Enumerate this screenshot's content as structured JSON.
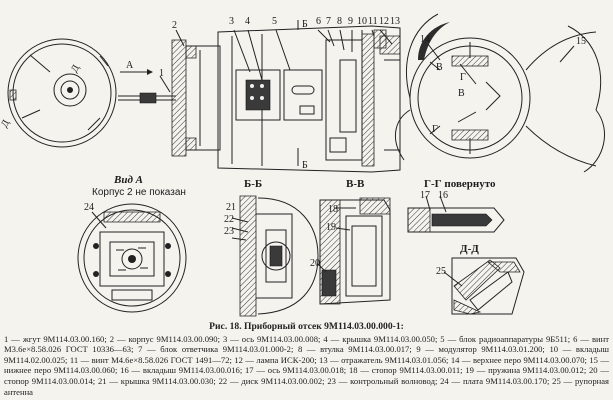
{
  "figure": {
    "callouts_top": [
      "1",
      "2",
      "3",
      "4",
      "5",
      "6",
      "7",
      "8",
      "9",
      "10",
      "11",
      "12",
      "13",
      "14",
      "15"
    ],
    "label_A": "А",
    "section_B": "Б",
    "section_B_lower": "Б",
    "rotated_label": "Д",
    "rotated_label_2": "Д",
    "view_right_B": "В",
    "view_right_G": "Г",
    "view_right_B2": "В",
    "view_right_G2": "Г",
    "headings": {
      "vid_a": "Вид А",
      "vid_a_note": "Корпус 2 не показан",
      "bb": "Б-Б",
      "vv": "В-В",
      "gg": "Г-Г повернуто",
      "dd": "Д-Д"
    },
    "callouts_lower": {
      "c24": "24",
      "c21": "21",
      "c22": "22",
      "c23": "23",
      "c18": "18",
      "c19": "19",
      "c20": "20",
      "c17": "17",
      "c16": "16",
      "c25": "25"
    }
  },
  "caption": {
    "title": "Рис. 18. Приборный отсек 9М114.03.00.000-1:",
    "body": "1 — жгут 9М114.03.00.160; 2 — корпус 9М114.03.00.090; 3 — ось 9М114.03.00.008; 4 — крышка 9М114.03.00.050; 5 — блок радиоаппаратуры 9Б511; 6 — винт М3.6е×8.58.026 ГОСТ 10336—63; 7 — блок ответчика 9М114.03.01.000-2; 8 — втулка 9М114.03.00.017; 9 — модулятор 9М114.03.01.200; 10 — вкладыш 9М114.02.00.025; 11 — винт М4.6е×8.58.026 ГОСТ 1491—72; 12 — лампа ИСК-200; 13 — отражатель 9М114.03.01.056; 14 — верхнее перо 9М114.03.00.070; 15 — нижнее перо 9М114.03.00.060; 16 — вкладыш 9М114.03.00.016; 17 — ось 9М114.03.00.018; 18 — стопор 9М114.03.00.011; 19 — пружина 9М114.03.00.012; 20 — стопор 9М114.03.00.014; 21 — крышка 9М114.03.00.030; 22 — диск 9М114.03.00.002; 23 — контрольный волновод; 24 — плата 9М114.03.00.170; 25 — рупорная антенна"
  }
}
